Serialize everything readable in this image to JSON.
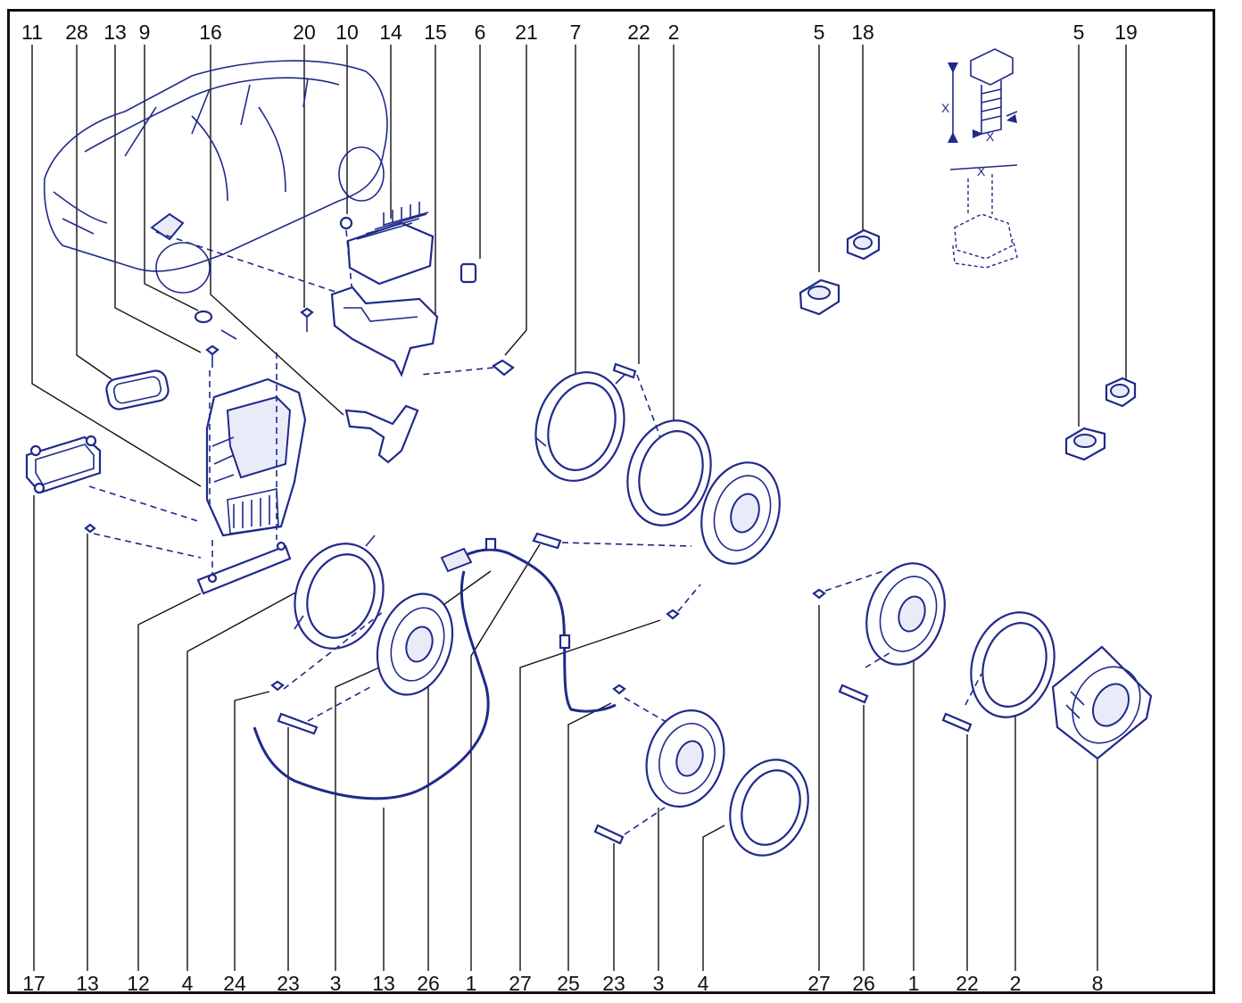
{
  "colors": {
    "line": "#1f2a8a",
    "frame": "#111111",
    "background": "#ffffff"
  },
  "top_callouts": [
    "11",
    "28",
    "13",
    "9",
    "16",
    "20",
    "10",
    "14",
    "15",
    "6",
    "21",
    "7",
    "22",
    "2",
    "5",
    "18",
    "5",
    "19"
  ],
  "bottom_callouts": [
    "17",
    "13",
    "12",
    "4",
    "24",
    "23",
    "3",
    "13",
    "26",
    "1",
    "27",
    "25",
    "23",
    "3",
    "4",
    "27",
    "26",
    "1",
    "22",
    "2",
    "8"
  ],
  "dimension_labels": [
    "X",
    "X",
    "X"
  ]
}
